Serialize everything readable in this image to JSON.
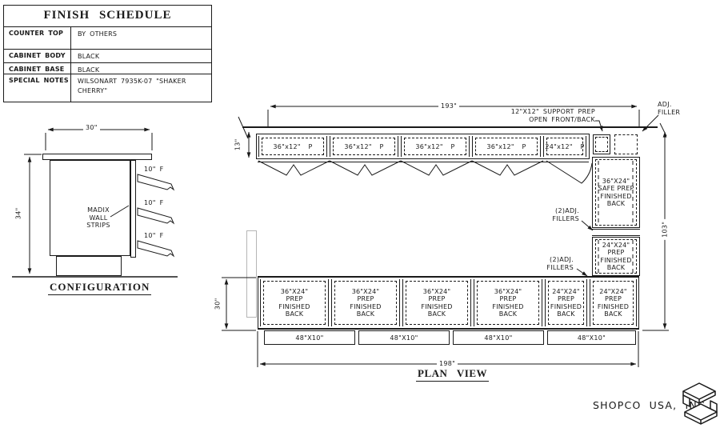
{
  "colors": {
    "ink": "#1a1a1a",
    "gray": "#b5b5b5"
  },
  "finish_schedule": {
    "title": "FINISH SCHEDULE",
    "rows": [
      {
        "label": "COUNTER TOP",
        "value": "BY OTHERS"
      },
      {
        "label": "CABINET BODY",
        "value": "BLACK"
      },
      {
        "label": "CABINET BASE",
        "value": "BLACK"
      },
      {
        "label": "SPECIAL NOTES",
        "value": "WILSONART 7935K-07 \"SHAKER\nCHERRY\""
      }
    ]
  },
  "configuration": {
    "title": "CONFIGURATION",
    "width_dim": "30\"",
    "height_dim": "34\"",
    "wall_strips_label": "MADIX\nWALL\nSTRIPS",
    "shelf_labels": [
      "10\" F",
      "10\" F",
      "10\" F"
    ]
  },
  "plan": {
    "title": "PLAN VIEW",
    "dims": {
      "top_run": "193\"",
      "upper_depth": "13\"",
      "right_height": "103\"",
      "bottom_run": "198\"",
      "lower_depth": "30\""
    },
    "top_cabinets": [
      "36\"x12\"  P",
      "36\"x12\"  P",
      "36\"x12\"  P",
      "36\"x12\"  P",
      "24\"x12\"  P"
    ],
    "right_cabinets": [
      "36\"X24\"\nSAFE PREP\nFINISHED\nBACK",
      "24\"X24\"\nPREP\nFINISHED\nBACK"
    ],
    "bottom_cabinets": [
      "36\"X24\"\nPREP\nFINISHED\nBACK",
      "36\"X24\"\nPREP\nFINISHED\nBACK",
      "36\"X24\"\nPREP\nFINISHED\nBACK",
      "36\"X24\"\nPREP\nFINISHED\nBACK",
      "24\"X24\"\nPREP\nFINISHED\nBACK",
      "24\"X24\"\nPREP\nFINISHED\nBACK"
    ],
    "shelves": [
      "48\"X10\"",
      "48\"X10\"",
      "48\"X10\"",
      "48\"X10\""
    ],
    "annotations": {
      "support": "12\"X12\" SUPPORT PREP\nOPEN FRONT/BACK",
      "adj_filler": "ADJ.\nFILLER",
      "adj_fillers_a": "(2)ADJ.\nFILLERS",
      "adj_fillers_b": "(2)ADJ.\nFILLERS"
    }
  },
  "footer": {
    "company": "SHOPCO  USA,  INC."
  }
}
